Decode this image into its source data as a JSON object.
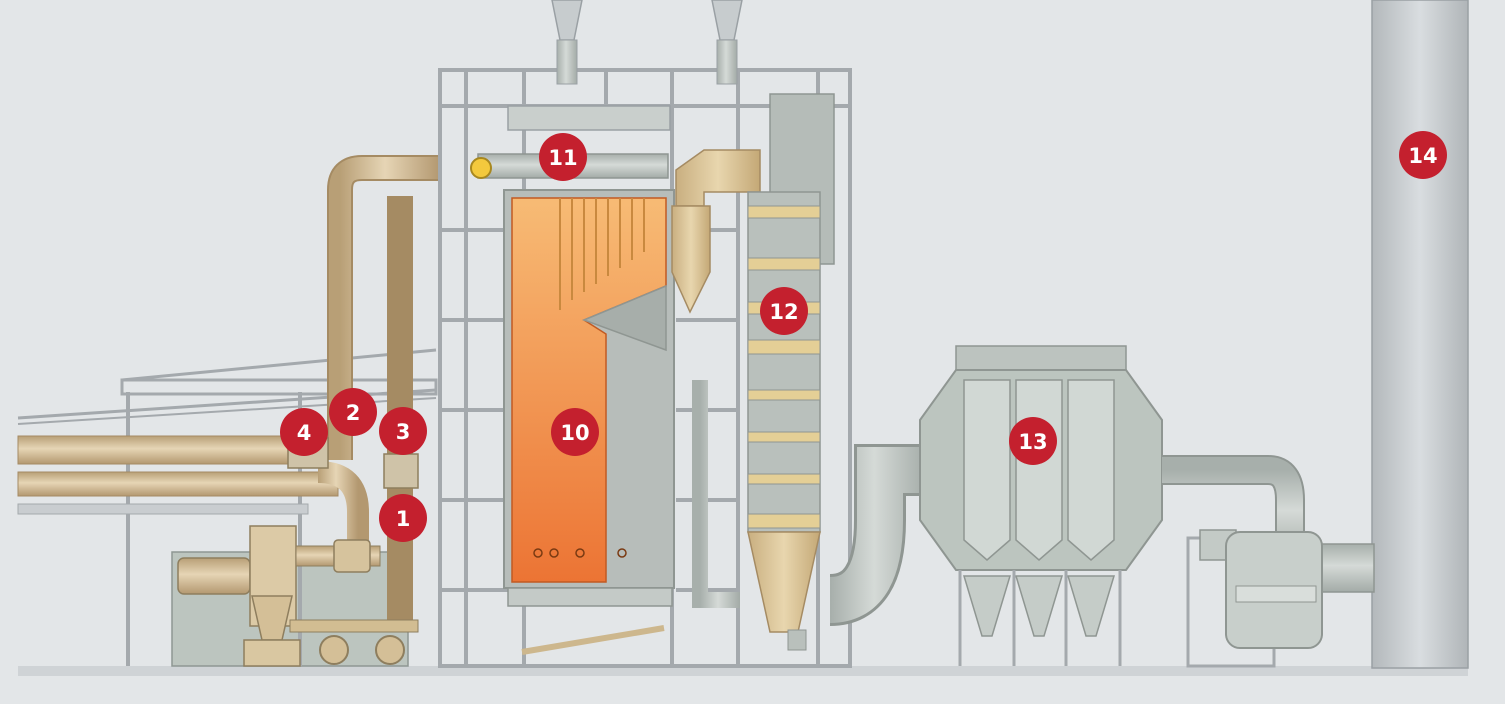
{
  "colors": {
    "background": "#e3e6e8",
    "frame": "#a4a9ad",
    "pipe_beige": "#cfb994",
    "boiler_top": "#f6b46e",
    "boiler_bottom": "#ee7a38",
    "equipment_grey": "#bfc6c1",
    "marker_red": "#c4202e",
    "marker_text": "#ffffff"
  },
  "markers": [
    {
      "id": "1",
      "label": "1"
    },
    {
      "id": "2",
      "label": "2"
    },
    {
      "id": "3",
      "label": "3"
    },
    {
      "id": "4",
      "label": "4"
    },
    {
      "id": "10",
      "label": "10"
    },
    {
      "id": "11",
      "label": "11"
    },
    {
      "id": "12",
      "label": "12"
    },
    {
      "id": "13",
      "label": "13"
    },
    {
      "id": "14",
      "label": "14"
    }
  ]
}
